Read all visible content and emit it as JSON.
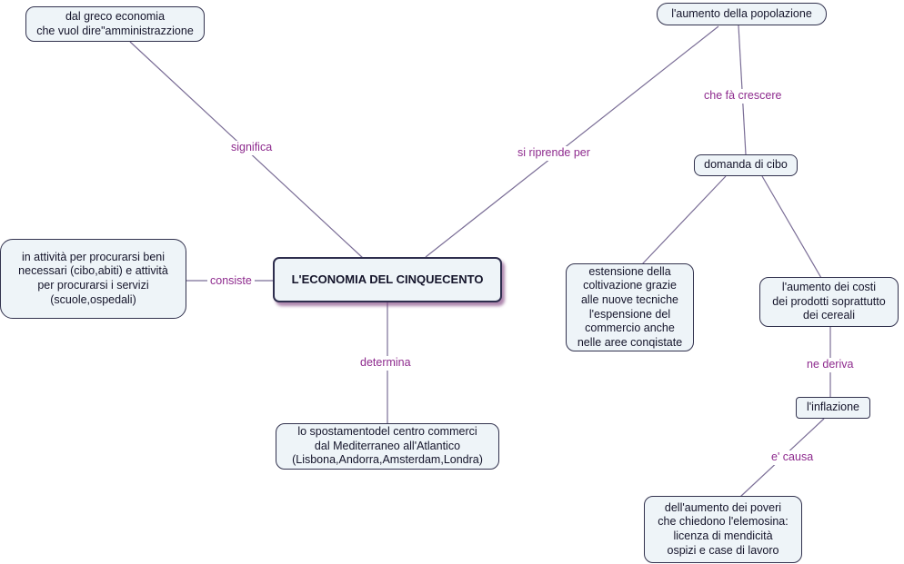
{
  "diagram_title": "L'ECONOMIA DEL CINQUECENTO",
  "colors": {
    "node_fill": "#eef4f8",
    "node_border": "#32324e",
    "node_text": "#14142a",
    "edge_line": "#7a6d96",
    "edge_label_text": "#8e2b8e",
    "background": "#ffffff"
  },
  "nodes": {
    "main": {
      "text": "L'ECONOMIA DEL CINQUECENTO"
    },
    "greek_origin": {
      "text": "dal greco economia\nche vuol dire\"amministrazzione"
    },
    "population": {
      "text": "l'aumento della popolazione"
    },
    "food_demand": {
      "text": "domanda di cibo"
    },
    "activities": {
      "text": "in attività per procurarsi beni\nnecessari (cibo,abiti) e attività\nper procurarsi i servizi\n(scuole,ospedali)"
    },
    "trade_shift": {
      "text": "lo spostamentodel centro commerci\ndal Mediterraneo all'Atlantico\n(Lisbona,Andorra,Amsterdam,Londra)"
    },
    "cultivation": {
      "text": "estensione della\ncoltivazione grazie\nalle nuove tecniche\nl'espensione del\ncommercio anche\nnelle aree conqistate"
    },
    "costs": {
      "text": "l'aumento dei costi\ndei prodotti soprattutto\ndei cereali"
    },
    "inflation": {
      "text": "l'inflazione"
    },
    "poverty": {
      "text": "dell'aumento dei poveri\nche chiedono l'elemosina:\nlicenza di mendicità\nospizi e case di lavoro"
    }
  },
  "edge_labels": {
    "significa": "significa",
    "si_riprende_per": "si riprende per",
    "che_fa_crescere": "che fà crescere",
    "consiste": "consiste",
    "determina": "determina",
    "ne_deriva": "ne deriva",
    "e_causa": "e' causa"
  }
}
